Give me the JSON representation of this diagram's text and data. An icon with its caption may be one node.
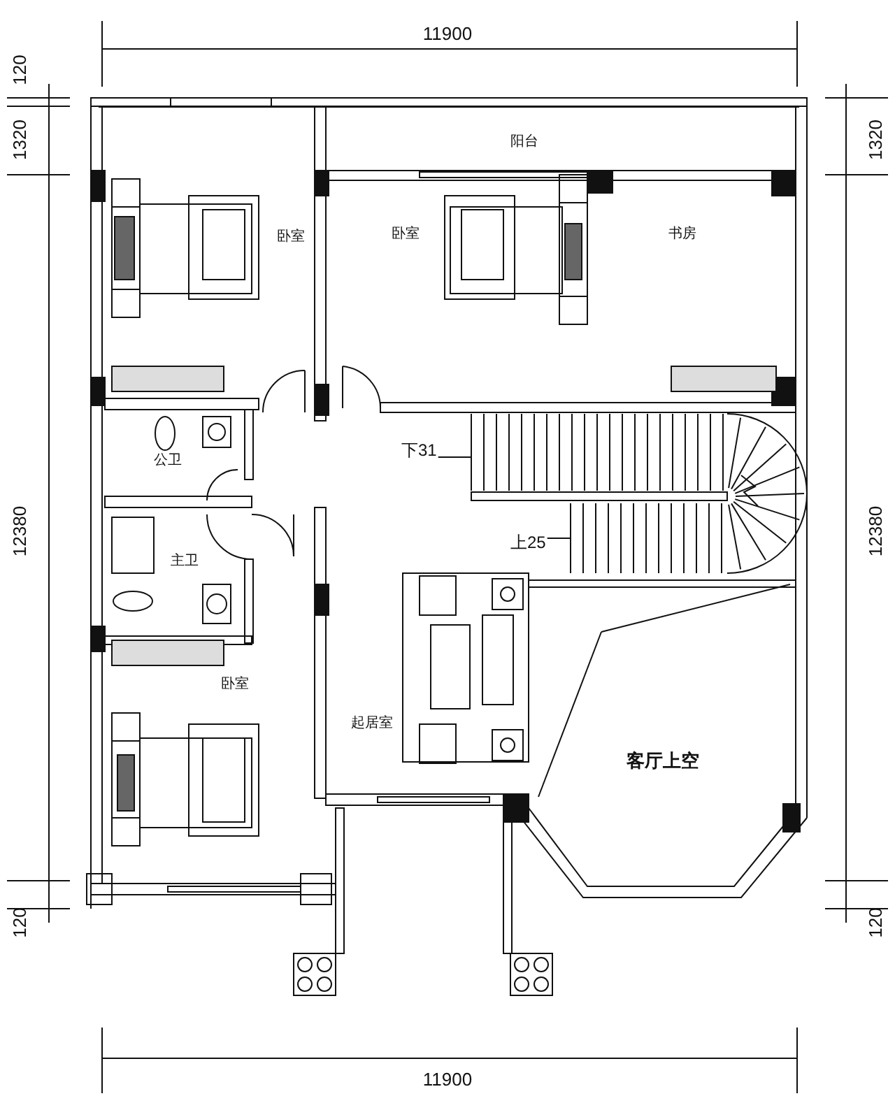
{
  "diagram": {
    "nodes": [
      {
        "text": [
          "下31"
        ]
      },
      {
        "text": [
          "上25"
        ]
      },
      {
        "text": [],
        "shape": "picture"
      },
      {
        "text": [],
        "shape": "picture"
      }
    ],
    "edges": [
      {
        "from": 0,
        "to": 2,
        "arrow": "none"
      },
      {
        "from": 1,
        "to": 3,
        "arrow": "none"
      }
    ],
    "labels": [
      "11900",
      "120",
      "1320",
      "1320",
      "阳台",
      "卧室",
      "卧室",
      "书房",
      "公卫",
      "12380",
      "12380",
      "主卫",
      "卧室",
      "起居室",
      "客厅上空",
      "120",
      "120",
      "11900"
    ]
  }
}
